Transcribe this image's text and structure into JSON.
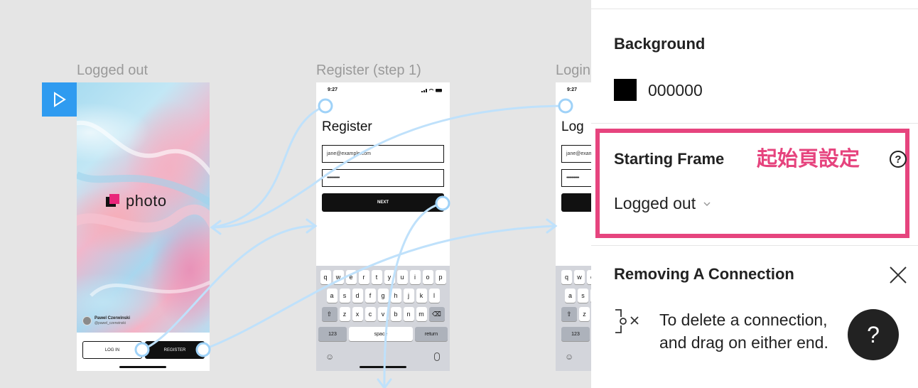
{
  "canvas": {
    "frames": [
      {
        "label": "Logged out"
      },
      {
        "label": "Register (step 1)"
      },
      {
        "label": "Login"
      }
    ],
    "logged_out": {
      "logo_text": "photo",
      "credit_name": "Pawel Czerwinski",
      "credit_handle": "@pawel_czerwinski",
      "login_label": "LOG IN",
      "register_label": "REGISTER"
    },
    "register": {
      "time": "9:27",
      "title": "Register",
      "email_value": "jane@example.com",
      "password_value": "••••••••••••",
      "next_label": "NEXT"
    },
    "login": {
      "time": "9:27",
      "title": "Log"
    },
    "keyboard": {
      "row1": [
        "q",
        "w",
        "e",
        "r",
        "t",
        "y",
        "u",
        "i",
        "o",
        "p"
      ],
      "row2": [
        "a",
        "s",
        "d",
        "f",
        "g",
        "h",
        "j",
        "k",
        "l"
      ],
      "row3": [
        "z",
        "x",
        "c",
        "v",
        "b",
        "n",
        "m"
      ],
      "num_label": "123",
      "space_label": "space",
      "return_label": "return"
    }
  },
  "panel": {
    "background": {
      "title": "Background",
      "value": "000000",
      "color": "#000000"
    },
    "starting_frame": {
      "title": "Starting Frame",
      "annotation": "起始頁設定",
      "help_symbol": "?",
      "selected": "Logged out"
    },
    "removing_connection": {
      "title": "Removing A Connection",
      "tip_line1": "To delete a connection,",
      "tip_line2": "and drag on either end."
    },
    "help_button": "?"
  },
  "colors": {
    "accent_blue": "#2f9bf0",
    "highlight_pink": "#e6447e",
    "connection_line": "#bfe1fb"
  },
  "icons": [
    "play-icon",
    "help-icon",
    "chevron-down-icon",
    "close-icon",
    "connection-delete-icon",
    "question-icon"
  ]
}
